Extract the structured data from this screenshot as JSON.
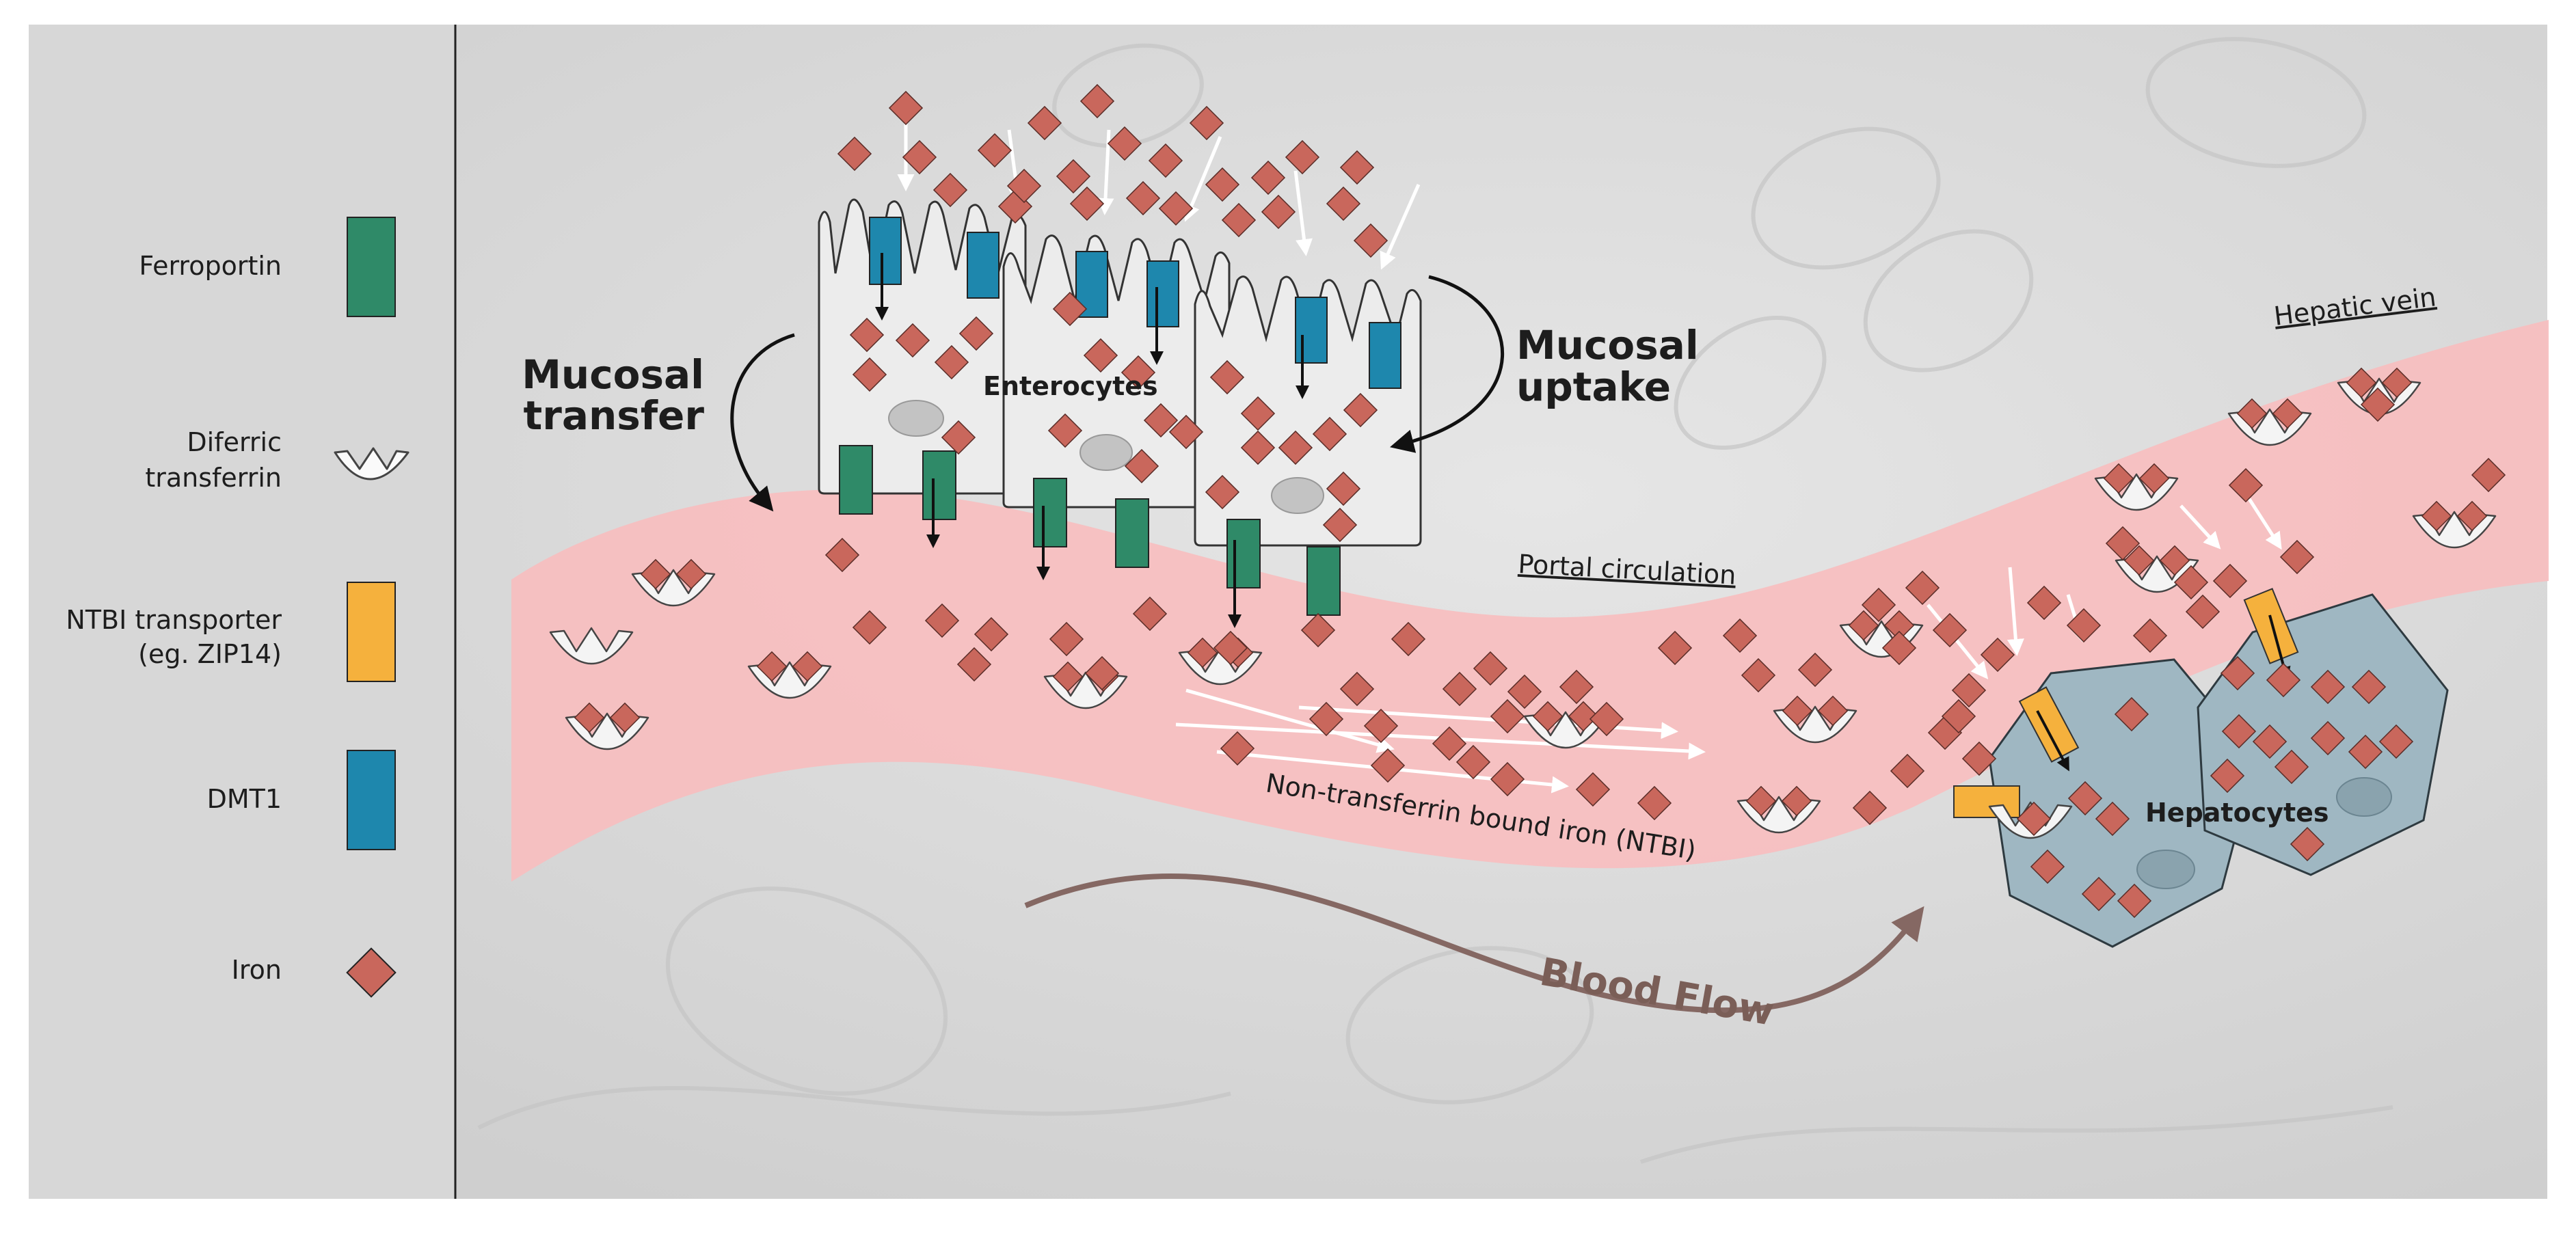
{
  "legend": {
    "ferroportin": "Ferroportin",
    "transferrin_line1": "Diferric",
    "transferrin_line2": "transferrin",
    "ntbi_line1": "NTBI transporter",
    "ntbi_line2": "(eg. ZIP14)",
    "dmt1": "DMT1",
    "iron": "Iron"
  },
  "labels": {
    "mucosal_transfer_line1": "Mucosal",
    "mucosal_transfer_line2": "transfer",
    "mucosal_uptake_line1": "Mucosal",
    "mucosal_uptake_line2": "uptake",
    "enterocytes": "Enterocytes",
    "hepatic_vein": "Hepatic vein",
    "portal_circulation": "Portal circulation",
    "ntbi": "Non-transferrin bound iron (NTBI)",
    "blood_flow": "Blood Flow",
    "hepatocytes": "Hepatocytes"
  },
  "colors": {
    "ferroportin": "#2f8a68",
    "dmt1": "#1e87ad",
    "ntbi_transporter": "#f5b13d",
    "iron": "#c9675c",
    "vessel": "#f7bfc0",
    "hepatocyte": "#9fb7c2",
    "enterocyte": "#ececec",
    "blood_flow_arrow": "#856863"
  },
  "icons": {
    "iron": "diamond-icon",
    "transferrin": "cup-icon",
    "ferroportin": "rect-icon",
    "dmt1": "rect-icon",
    "ntbi_transporter": "rect-icon"
  }
}
